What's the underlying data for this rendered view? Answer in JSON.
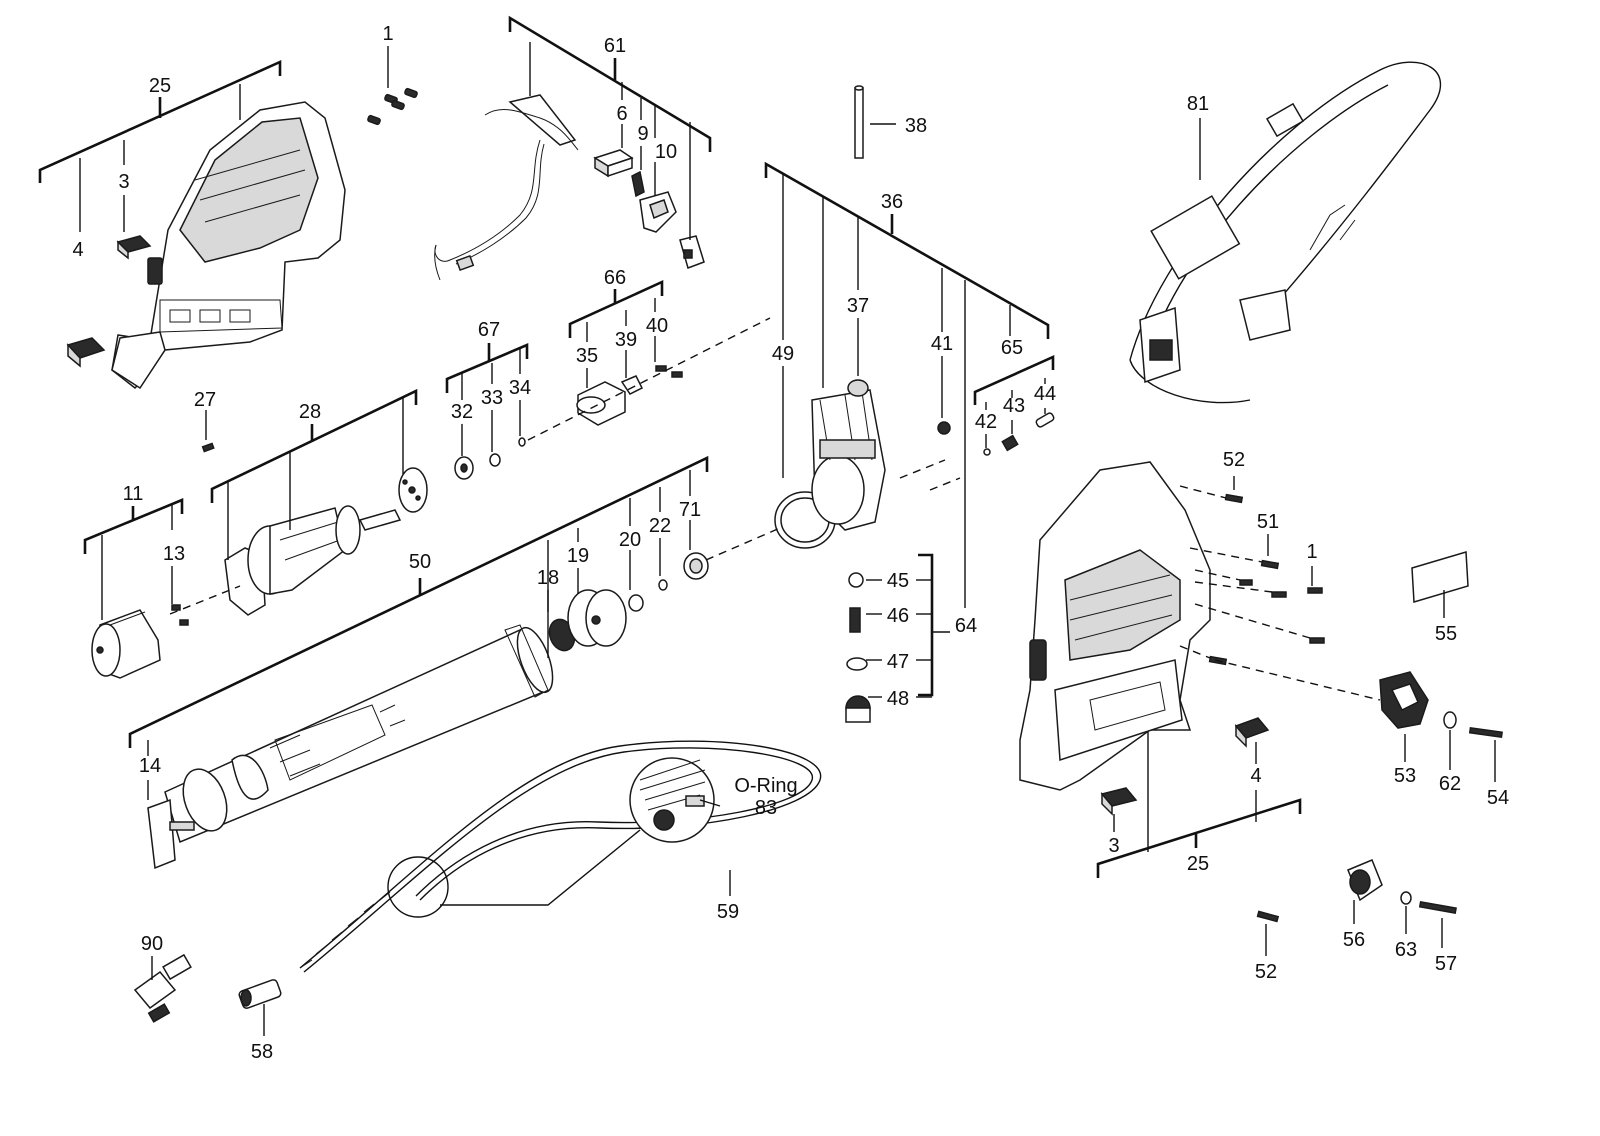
{
  "labels": {
    "p1a": "1",
    "p1b": "1",
    "p3a": "3",
    "p3b": "3",
    "p4a": "4",
    "p4b": "4",
    "p6": "6",
    "p9": "9",
    "p10": "10",
    "p11": "11",
    "p13": "13",
    "p14": "14",
    "p18": "18",
    "p19": "19",
    "p20": "20",
    "p22": "22",
    "p25a": "25",
    "p25b": "25",
    "p27": "27",
    "p28": "28",
    "p32": "32",
    "p33": "33",
    "p34": "34",
    "p35": "35",
    "p36": "36",
    "p37": "37",
    "p38": "38",
    "p39": "39",
    "p40": "40",
    "p41": "41",
    "p42": "42",
    "p43": "43",
    "p44": "44",
    "p45": "45",
    "p46": "46",
    "p47": "47",
    "p48": "48",
    "p49": "49",
    "p50": "50",
    "p51": "51",
    "p52a": "52",
    "p52b": "52",
    "p53": "53",
    "p54": "54",
    "p55": "55",
    "p56": "56",
    "p57": "57",
    "p58": "58",
    "p59": "59",
    "p61": "61",
    "p62": "62",
    "p63": "63",
    "p64": "64",
    "p65": "65",
    "p66": "66",
    "p67": "67",
    "p71": "71",
    "p81": "81",
    "p83": "83",
    "p90": "90",
    "oring": "O-Ring"
  }
}
